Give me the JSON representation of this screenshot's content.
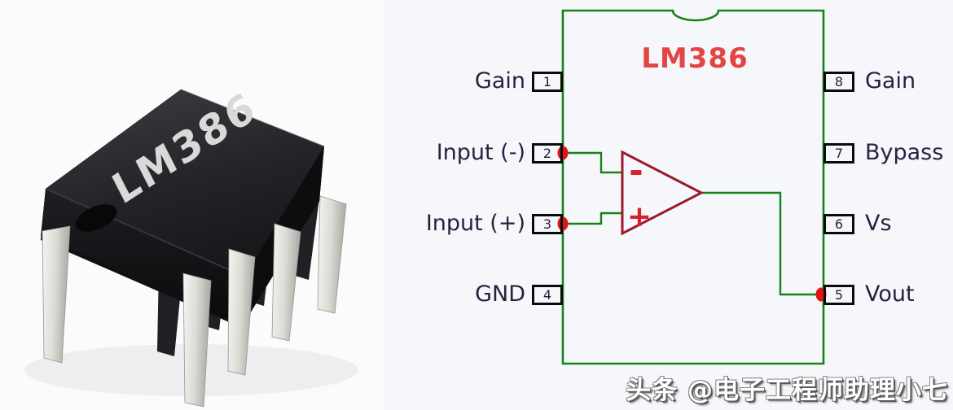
{
  "photo": {
    "chip_label": "LM386"
  },
  "diagram": {
    "title": "LM386",
    "pins_left": [
      {
        "number": "1",
        "label": "Gain"
      },
      {
        "number": "2",
        "label": "Input (-)"
      },
      {
        "number": "3",
        "label": "Input (+)"
      },
      {
        "number": "4",
        "label": "GND"
      }
    ],
    "pins_right": [
      {
        "number": "8",
        "label": "Gain"
      },
      {
        "number": "7",
        "label": "Bypass"
      },
      {
        "number": "6",
        "label": "Vs"
      },
      {
        "number": "5",
        "label": "Vout"
      }
    ],
    "opamp": {
      "minus_label": "-",
      "plus_label": "+"
    },
    "colors": {
      "wire_green": "#148418",
      "opamp_red": "#9a1b2c",
      "symbol_red": "#d8202d",
      "dot_red": "#e01616",
      "title_red": "#e34545",
      "label_ink": "#2a2040"
    }
  },
  "watermark": {
    "text": "头条 @电子工程师助理小七"
  }
}
